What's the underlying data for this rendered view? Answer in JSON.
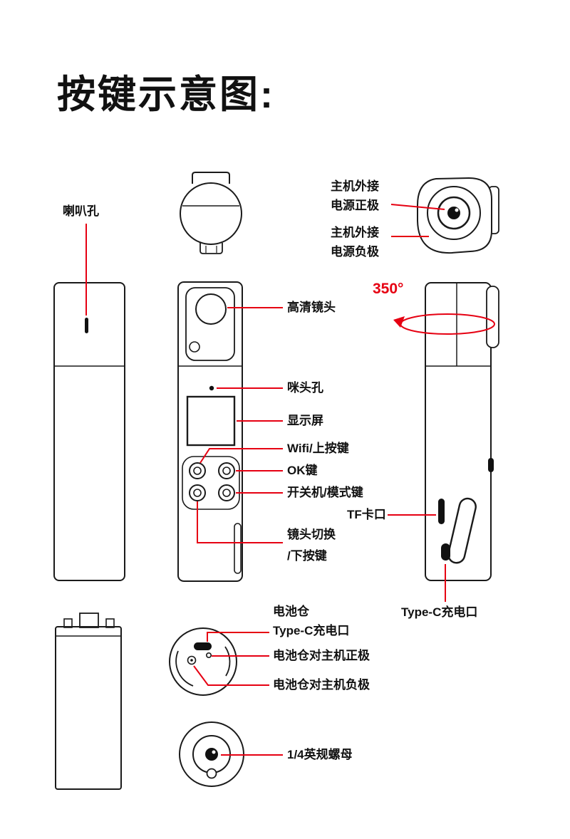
{
  "page": {
    "title": "按键示意图:"
  },
  "colors": {
    "accent": "#e60012",
    "line": "#1a1a1a",
    "text": "#111111"
  },
  "labels": {
    "speaker_hole": "喇叭孔",
    "power_pos_l1": "主机外接",
    "power_pos_l2": "电源正极",
    "power_neg_l1": "主机外接",
    "power_neg_l2": "电源负极",
    "hd_lens": "高清镜头",
    "rotation": "350°",
    "mic_hole": "咪头孔",
    "display": "显示屏",
    "wifi_up": "Wifi/上按键",
    "ok_key": "OK键",
    "power_mode": "开关机/模式键",
    "tf_slot": "TF卡口",
    "lens_switch_l1": "镜头切换",
    "lens_switch_l2": "/下按键",
    "battery_typec_l1": "电池仓",
    "battery_typec_l2": "Type-C充电口",
    "typec_port": "Type-C充电口",
    "battery_pos": "电池仓对主机正极",
    "battery_neg": "电池仓对主机负极",
    "quarter_nut": "1/4英规螺母"
  }
}
